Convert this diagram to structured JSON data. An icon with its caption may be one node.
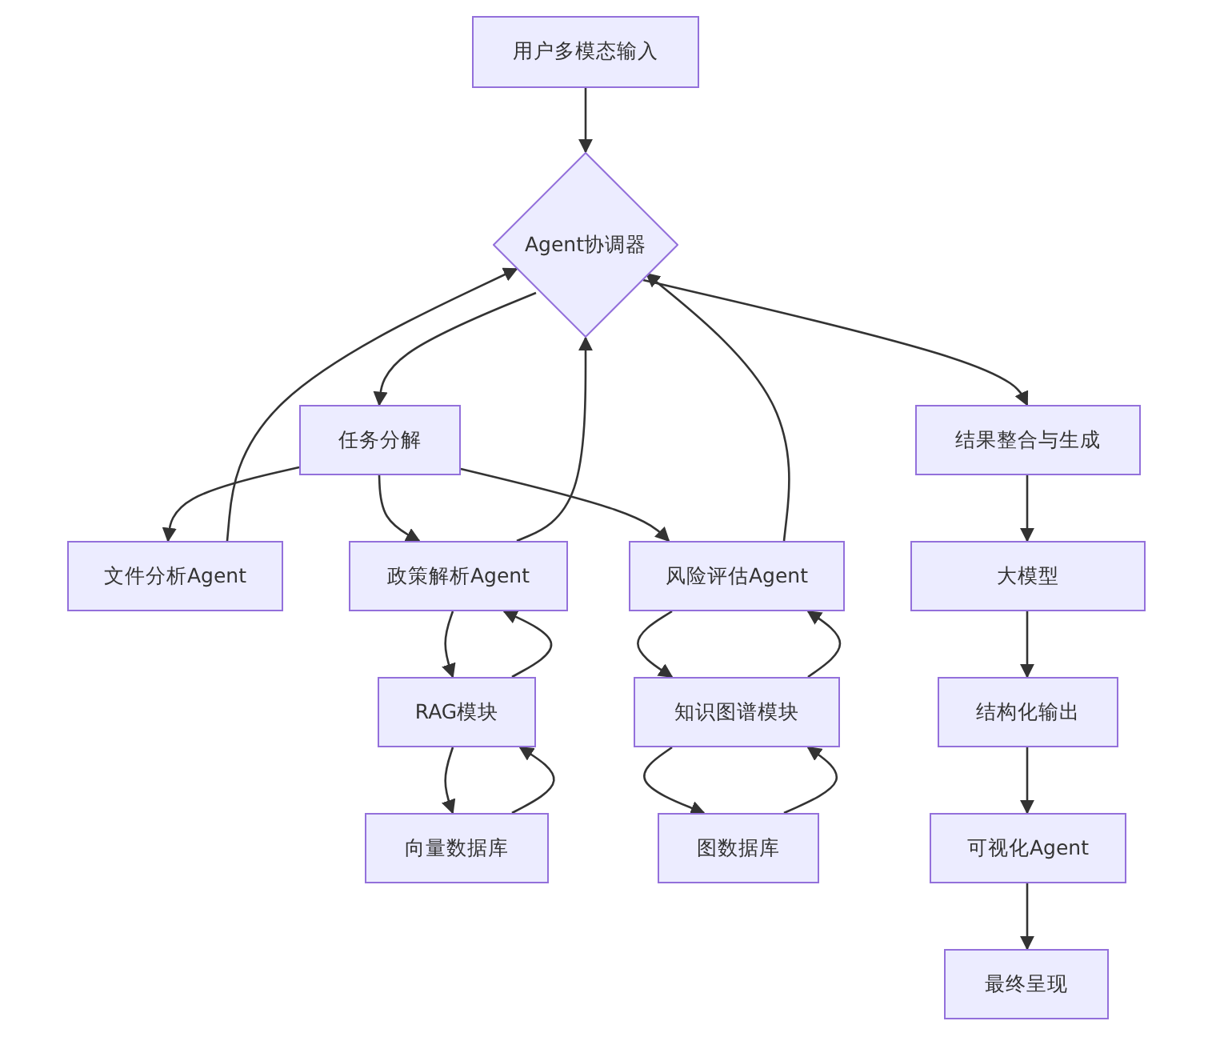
{
  "diagram": {
    "nodes": [
      {
        "text": [
          "用户多模态输入"
        ]
      },
      {
        "text": [
          "Agent协调器"
        ]
      },
      {
        "text": [
          "任务分解"
        ]
      },
      {
        "text": [
          "结果整合与生成"
        ]
      },
      {
        "text": [
          "文件分析Agent"
        ]
      },
      {
        "text": [
          "政策解析Agent"
        ]
      },
      {
        "text": [
          "风险评估Agent"
        ]
      },
      {
        "text": [
          "大模型"
        ]
      },
      {
        "text": [
          "RAG模块"
        ]
      },
      {
        "text": [
          "知识图谱模块"
        ]
      },
      {
        "text": [
          "结构化输出"
        ]
      },
      {
        "text": [
          "向量数据库"
        ]
      },
      {
        "text": [
          "图数据库"
        ]
      },
      {
        "text": [
          "可视化Agent"
        ]
      },
      {
        "text": [
          "最终呈现"
        ]
      }
    ],
    "edges": [
      {
        "from": 0,
        "to": 1,
        "arrow": "to"
      },
      {
        "from": 1,
        "to": 2,
        "arrow": "to"
      },
      {
        "from": 1,
        "to": 3,
        "arrow": "to"
      },
      {
        "from": 2,
        "to": 4,
        "arrow": "to"
      },
      {
        "from": 2,
        "to": 5,
        "arrow": "to"
      },
      {
        "from": 2,
        "to": 6,
        "arrow": "to"
      },
      {
        "from": 4,
        "to": 1,
        "arrow": "to"
      },
      {
        "from": 5,
        "to": 1,
        "arrow": "to"
      },
      {
        "from": 6,
        "to": 1,
        "arrow": "to"
      },
      {
        "from": 5,
        "to": 8,
        "arrow": "to"
      },
      {
        "from": 8,
        "to": 5,
        "arrow": "to"
      },
      {
        "from": 6,
        "to": 9,
        "arrow": "to"
      },
      {
        "from": 9,
        "to": 6,
        "arrow": "to"
      },
      {
        "from": 8,
        "to": 11,
        "arrow": "to"
      },
      {
        "from": 11,
        "to": 8,
        "arrow": "to"
      },
      {
        "from": 9,
        "to": 12,
        "arrow": "to"
      },
      {
        "from": 12,
        "to": 9,
        "arrow": "to"
      },
      {
        "from": 3,
        "to": 7,
        "arrow": "to"
      },
      {
        "from": 7,
        "to": 10,
        "arrow": "to"
      },
      {
        "from": 10,
        "to": 13,
        "arrow": "to"
      },
      {
        "from": 13,
        "to": 14,
        "arrow": "to"
      }
    ]
  }
}
